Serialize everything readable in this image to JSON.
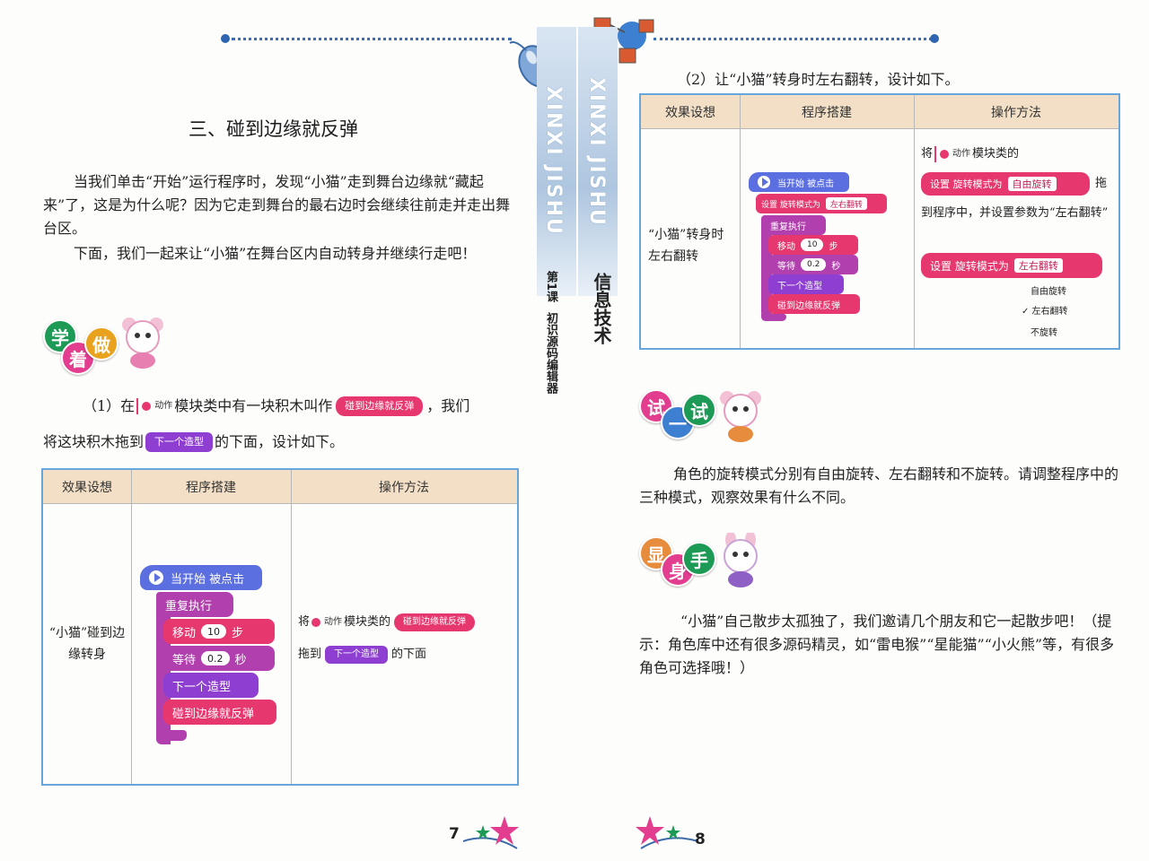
{
  "spine": {
    "left_pinyin": "XINXI JISHU",
    "right_pinyin": "XINXI JISHU",
    "lesson": "第1课",
    "lesson_title": "初识源码编辑器",
    "subject": "信息技术"
  },
  "left_page": {
    "heading": "三、碰到边缘就反弹",
    "intro_1": "当我们单击“开始”运行程序时，发现“小猫”走到舞台边缘就“藏起来”了，这是为什么呢？因为它走到舞台的最右边时会继续往前走并走出舞台区。",
    "intro_2": "下面，我们一起来让“小猫”在舞台区内自动转身并继续行走吧！",
    "badge_chars": [
      "学",
      "着",
      "做"
    ],
    "step1": {
      "prefix": "（1）在",
      "module": "动作",
      "middle": "模块类中有一块积木叫作",
      "block": "碰到边缘就反弹",
      "suffix": "，我们",
      "line2_prefix": "将这块积木拖到",
      "line2_block": "下一个造型",
      "line2_suffix": "的下面，设计如下。"
    },
    "table": {
      "headers": [
        "效果设想",
        "程序搭建",
        "操作方法"
      ],
      "effect": "“小猫”碰到边缘转身",
      "blocks": {
        "when_start": "当开始 被点击",
        "repeat": "重复执行",
        "move": "移动",
        "move_value": "10",
        "move_unit": "步",
        "wait": "等待",
        "wait_value": "0.2",
        "wait_unit": "秒",
        "next_costume": "下一个造型",
        "bounce": "碰到边缘就反弹"
      },
      "method": {
        "take": "将",
        "module": "动作",
        "module_suffix": "模块类的",
        "block": "碰到边缘就反弹",
        "drag_to": "拖到",
        "target": "下一个造型",
        "below": "的下面"
      }
    },
    "page_number": "7"
  },
  "right_page": {
    "step2": "（2）让“小猫”转身时左右翻转，设计如下。",
    "table": {
      "headers": [
        "效果设想",
        "程序搭建",
        "操作方法"
      ],
      "effect": "“小猫”转身时左右翻转",
      "blocks": {
        "when_start": "当开始 被点击",
        "set_rotation": "设置 旋转模式为",
        "set_rotation_value": "左右翻转",
        "repeat": "重复执行",
        "move": "移动",
        "move_value": "10",
        "move_unit": "步",
        "wait": "等待",
        "wait_value": "0.2",
        "wait_unit": "秒",
        "next_costume": "下一个造型",
        "bounce": "碰到边缘就反弹"
      },
      "method": {
        "take": "将",
        "module": "动作",
        "module_suffix": "模块类的",
        "block": "设置 旋转模式为",
        "block_value": "自由旋转",
        "drag": "拖",
        "line2": "到程序中，并设置参数为“左右翻转”",
        "block2": "设置 旋转模式为",
        "block2_value": "左右翻转",
        "options": [
          "自由旋转",
          "✓ 左右翻转",
          "不旋转"
        ]
      }
    },
    "try_chars": [
      "试",
      "一",
      "试"
    ],
    "try_text": "角色的旋转模式分别有自由旋转、左右翻转和不旋转。请调整程序中的三种模式，观察效果有什么不同。",
    "show_chars": [
      "显",
      "身",
      "手"
    ],
    "show_text": "“小猫”自己散步太孤独了，我们邀请几个朋友和它一起散步吧！（提示：角色库中还有很多源码精灵，如“雷电猴”“星能猫”“小火熊”等，有很多角色可选择哦！）",
    "page_number": "8"
  },
  "colors": {
    "motion": "#e6386e",
    "events": "#5c6fe0",
    "control": "#b13fae",
    "looks": "#8e3fd1",
    "table_header": "#f3dfc5",
    "table_border": "#66a6db"
  }
}
